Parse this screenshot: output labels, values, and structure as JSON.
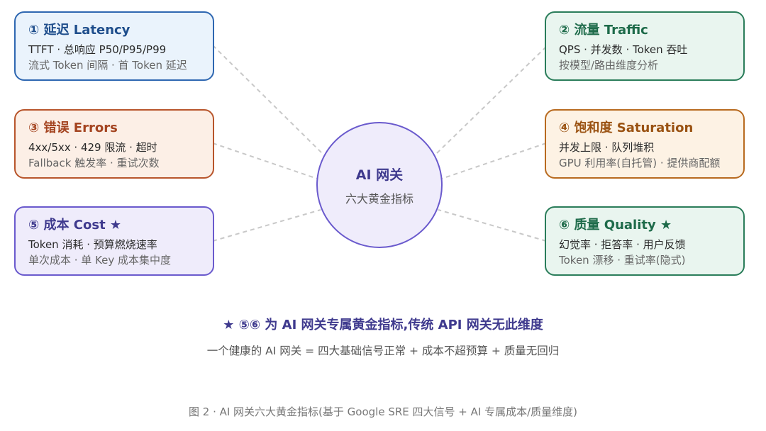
{
  "colors": {
    "blue": {
      "border": "#2e67b1",
      "fill": "#eaf3fc",
      "title": "#1f4e8c"
    },
    "green": {
      "border": "#2a7d5a",
      "fill": "#e9f5ef",
      "title": "#1e6b4a"
    },
    "orange": {
      "border": "#b8552b",
      "fill": "#fcefe6",
      "title": "#a44420"
    },
    "amber": {
      "border": "#b86a1f",
      "fill": "#fdf2e4",
      "title": "#9a5212"
    },
    "purple": {
      "border": "#6a5acd",
      "fill": "#efecfb",
      "title": "#3f3a8e"
    },
    "connector": "#c8c8c8"
  },
  "hub": {
    "title": "AI 网关",
    "subtitle": "六大黄金指标"
  },
  "metrics": [
    {
      "id": "latency",
      "title": "① 延迟 Latency",
      "line1": "TTFT · 总响应 P50/P95/P99",
      "line2": "流式 Token 间隔 · 首 Token 延迟",
      "color": "blue"
    },
    {
      "id": "traffic",
      "title": "② 流量 Traffic",
      "line1": "QPS · 并发数 · Token 吞吐",
      "line2": "按模型/路由维度分析",
      "color": "green"
    },
    {
      "id": "errors",
      "title": "③ 错误 Errors",
      "line1": "4xx/5xx · 429 限流 · 超时",
      "line2": "Fallback 触发率 · 重试次数",
      "color": "orange"
    },
    {
      "id": "saturation",
      "title": "④ 饱和度 Saturation",
      "line1": "并发上限 · 队列堆积",
      "line2": "GPU 利用率(自托管) · 提供商配额",
      "color": "amber"
    },
    {
      "id": "cost",
      "title": "⑤ 成本 Cost ★",
      "line1": "Token 消耗 · 预算燃烧速率",
      "line2": "单次成本 · 单 Key 成本集中度",
      "color": "purple"
    },
    {
      "id": "quality",
      "title": "⑥ 质量 Quality ★",
      "line1": "幻觉率 · 拒答率 · 用户反馈",
      "line2": "Token 漂移 · 重试率(隐式)",
      "color": "green"
    }
  ],
  "note": "★ ⑤⑥ 为 AI 网关专属黄金指标,传统 API 网关无此维度",
  "summary": "一个健康的 AI 网关 = 四大基础信号正常 + 成本不超预算 + 质量无回归",
  "caption": "图 2 · AI 网关六大黄金指标(基于 Google SRE 四大信号 + AI 专属成本/质量维度)"
}
